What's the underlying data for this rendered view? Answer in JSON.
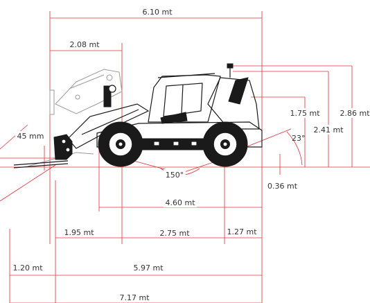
{
  "colors": {
    "dimension_lines": "#e0303a",
    "vehicle": "#1a1a1a",
    "text": "#333333",
    "background": "#ffffff"
  },
  "dimensions": {
    "overall_length_top": "6.10 mt",
    "fork_reach": "2.08 mt",
    "fork_thickness": "45 mm",
    "cab_height": "1.75 mt",
    "mid_height": "2.41 mt",
    "overall_height": "2.86 mt",
    "departure_angle": "23°",
    "ramp_angle": "150°",
    "ground_clearance": "0.36 mt",
    "track_width": "4.60 mt",
    "front_overhang": "1.95 mt",
    "wheelbase": "2.75 mt",
    "rear_overhang": "1.27 mt",
    "fork_length": "1.20 mt",
    "length_to_carriage": "5.97 mt",
    "overall_length": "7.17 mt"
  }
}
